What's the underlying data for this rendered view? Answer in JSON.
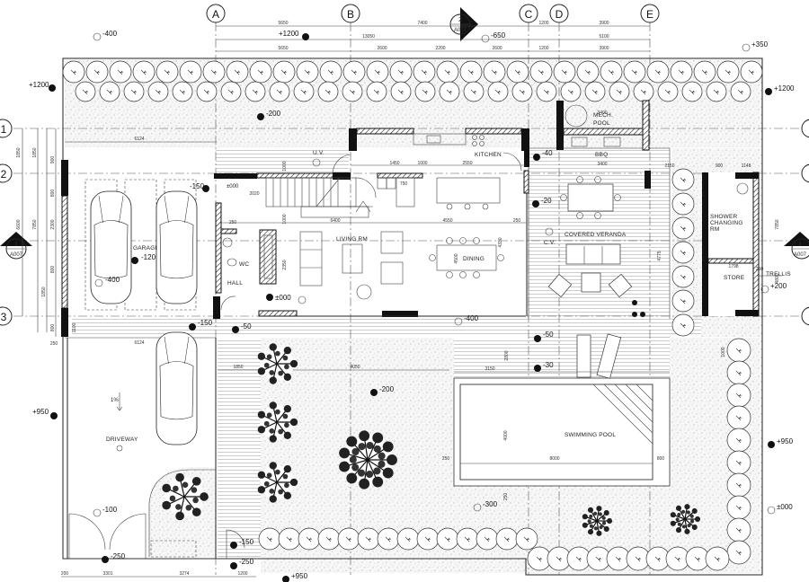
{
  "grid_columns": [
    "A",
    "B",
    "C",
    "D",
    "E"
  ],
  "grid_rows": [
    "1",
    "2",
    "3"
  ],
  "section_marks": {
    "top": {
      "number": "2",
      "sheet": "A007"
    },
    "left": {
      "number": "1",
      "sheet": "A007"
    },
    "right": {
      "number": "1",
      "sheet": "A007"
    }
  },
  "rooms": {
    "kitchen": "KITCHEN",
    "living": "LIVING RM",
    "dining": "DINING",
    "garage": "GARAGE",
    "wc": "WC",
    "hall": "HALL",
    "uv": "U.V.",
    "covered_veranda": "COVERED VERANDA",
    "cv": "C.V.",
    "bbq": "BBQ",
    "mech_pool_1": "MECH.",
    "mech_pool_2": "POOL",
    "shower_1": "SHOWER",
    "shower_2": "CHANGING",
    "shower_3": "RM",
    "store": "STORE",
    "trellis": "TRELLIS",
    "driveway": "DRIVEWAY",
    "slope": "1%",
    "swimming_pool": "SWIMMING POOL"
  },
  "levels": {
    "l1": "-400",
    "l2": "+1200",
    "l3": "-650",
    "l4": "+350",
    "l5": "+1200",
    "l6": "+1200",
    "l7": "-200",
    "l8": "-40",
    "l9": "-20",
    "l10": "-150",
    "l11": "±000",
    "l12": "-120",
    "l13": "-400",
    "l14": "-150",
    "l15": "-50",
    "l16": "-400",
    "l17": "-50",
    "l18": "-30",
    "l19": "-200",
    "l20": "+950",
    "l21": "+950",
    "l22": "-300",
    "l23": "±000",
    "l24": "-100",
    "l25": "-250",
    "l26": "-150",
    "l27": "-250",
    "l28": "+950",
    "l29": "+200",
    "l30": "±000"
  },
  "dimensions": {
    "top_row1": [
      "5650",
      "7400",
      "1200",
      "3900"
    ],
    "top_row2": [
      "13050",
      "5100"
    ],
    "top_row3": [
      "5650",
      "2600",
      "2200",
      "2600",
      "1200",
      "3900"
    ],
    "left": [
      "1850",
      "1850",
      "6600",
      "7850",
      "2300",
      "1850",
      "800",
      "250",
      "900",
      "800",
      "800",
      "1100"
    ],
    "garage_width": "6124",
    "garage_width_bottom": "6124",
    "interior": [
      "1450",
      "1000",
      "2550",
      "6400",
      "4550",
      "250",
      "250",
      "1000",
      "1000",
      "2020",
      "4500",
      "2350",
      "4330",
      "750"
    ],
    "veranda": [
      "3400",
      "3400",
      "2150",
      "900",
      "1148",
      "4775",
      "7850",
      "4800",
      "1798",
      "250"
    ],
    "garden": [
      "1850",
      "4050",
      "3150",
      "2800",
      "4000",
      "8000",
      "250",
      "800",
      "250",
      "1000"
    ],
    "bottom": [
      "200",
      "3301",
      "3274",
      "1200"
    ]
  }
}
